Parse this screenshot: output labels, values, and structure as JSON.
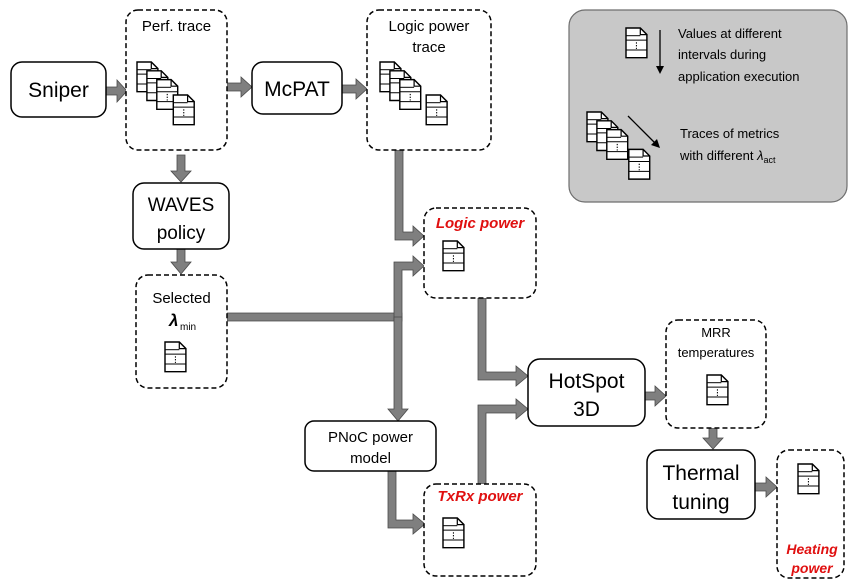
{
  "nodes": {
    "sniper": "Sniper",
    "perf_trace": "Perf. trace",
    "mcpat": "McPAT",
    "logic_power_trace_line1": "Logic power",
    "logic_power_trace_line2": "trace",
    "waves_line1": "WAVES",
    "waves_line2": "policy",
    "selected": "Selected",
    "lambda_symbol": "λ",
    "lambda_min_sub": "min",
    "logic_power": "Logic power",
    "pnoc_line1": "PNoC power",
    "pnoc_line2": "model",
    "txrx_power": "TxRx power",
    "hotspot_line1": "HotSpot",
    "hotspot_line2": "3D",
    "mrr_line1": "MRR",
    "mrr_line2": "temperatures",
    "thermal_line1": "Thermal",
    "thermal_line2": "tuning",
    "heating_line1": "Heating",
    "heating_line2": "power"
  },
  "legend": {
    "values_line1": "Values at different",
    "values_line2": "intervals during",
    "values_line3": "application execution",
    "traces_line1": "Traces of metrics",
    "traces_line2_prefix": "with different ",
    "traces_lambda": "λ",
    "traces_sub": "act"
  },
  "colors": {
    "arrow": "#7f7f7f",
    "highlight_text": "#e01010",
    "legend_bg": "#c8c8c8"
  }
}
